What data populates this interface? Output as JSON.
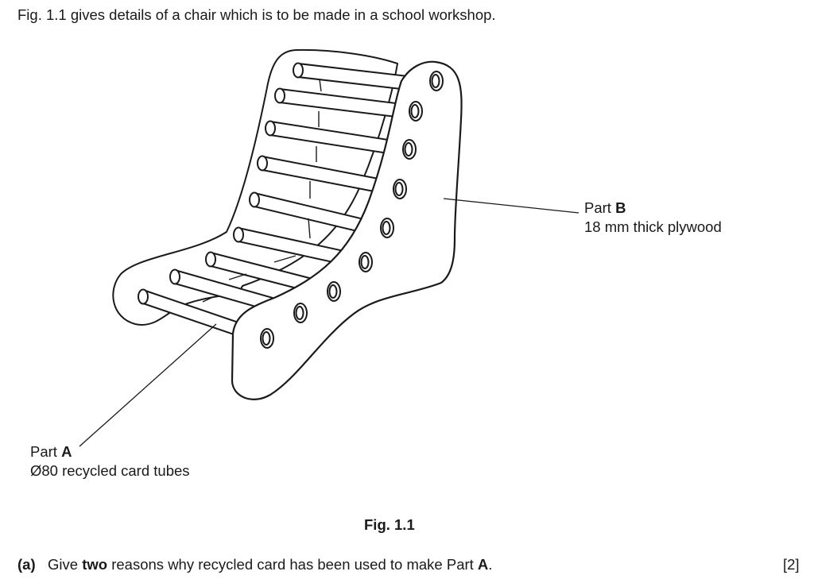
{
  "intro_text": "Fig. 1.1 gives details of a chair which is to be made in a school workshop.",
  "labels": {
    "part_b": {
      "prefix": "Part ",
      "letter": "B",
      "detail": "18 mm thick plywood"
    },
    "part_a": {
      "prefix": "Part ",
      "letter": "A",
      "detail": "Ø80 recycled card tubes"
    }
  },
  "figure_caption": "Fig. 1.1",
  "question": {
    "number": "(a)",
    "text_1": "Give ",
    "bold_word": "two",
    "text_2": " reasons why recycled card has been used to make Part ",
    "bold_letter": "A",
    "text_3": ".",
    "marks": "[2]"
  }
}
